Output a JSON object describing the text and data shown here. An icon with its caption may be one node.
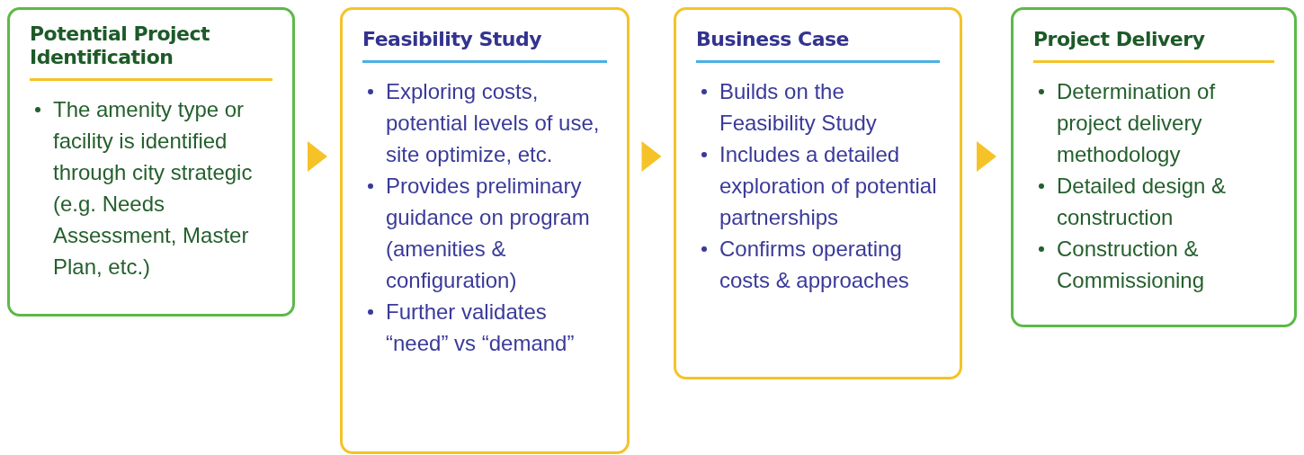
{
  "diagram": {
    "nodes": [
      {
        "text": [
          "Potential Project Identification",
          "The amenity type or facility is identified through city strategic (e.g. Needs Assessment, Master Plan, etc.)"
        ]
      },
      {
        "text": [
          "Feasibility Study",
          "Exploring costs, potential levels of use, site optimize, etc.",
          "Provides preliminary guidance on program (amenities & configuration)",
          "Further validates “need” vs “demand”"
        ]
      },
      {
        "text": [
          "Business Case",
          "Builds on the Feasibility Study",
          "Includes a detailed exploration of potential partnerships",
          "Confirms operating costs & approaches"
        ]
      },
      {
        "text": [
          "Project Delivery",
          "Determination of project delivery methodology",
          "Detailed design & construction",
          "Construction & Commissioning"
        ]
      }
    ],
    "edges": [
      {
        "from": 0,
        "to": 1,
        "arrow": "to"
      },
      {
        "from": 1,
        "to": 2,
        "arrow": "to"
      },
      {
        "from": 2,
        "to": 3,
        "arrow": "to"
      }
    ]
  }
}
